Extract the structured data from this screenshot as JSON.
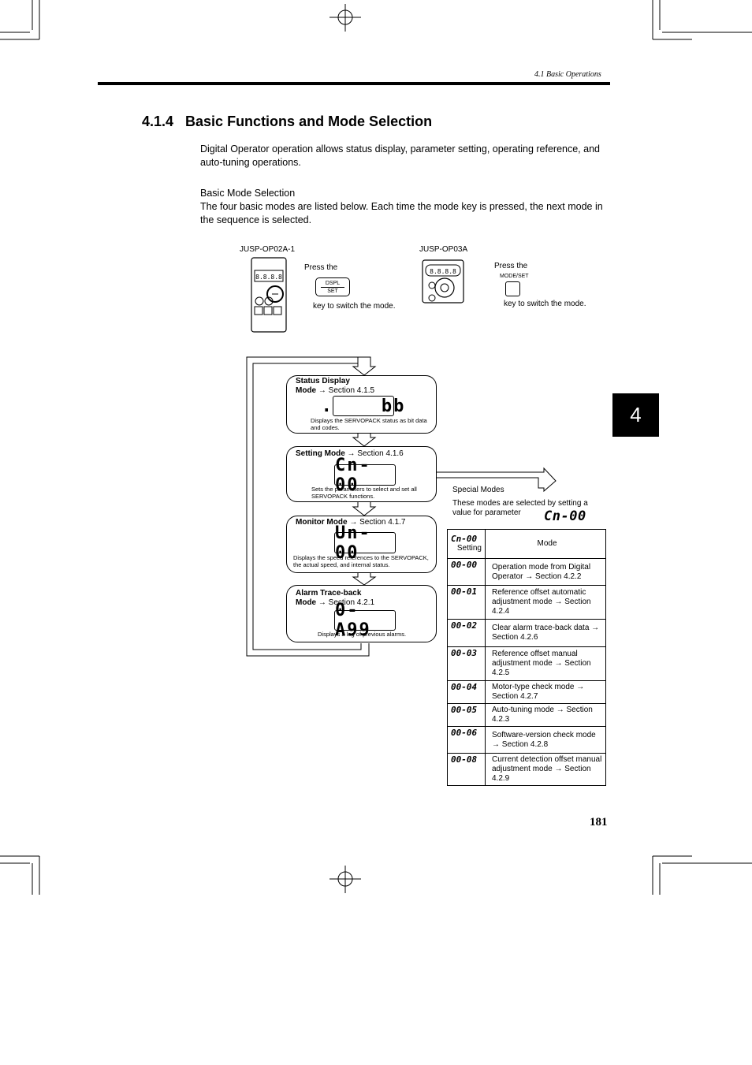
{
  "header": {
    "running_head": "4.1 Basic Operations",
    "page_number": "181"
  },
  "chapter_tab": "4",
  "section": {
    "title": "4.1.4   Basic Functions and Mode Selection",
    "intro": "Digital Operator operation allows status display, parameter setting, operating reference, and auto-tuning operations.",
    "subheading": "Basic Mode Selection",
    "subtext": "The four basic modes are listed below. Each time the mode key is pressed, the next mode in the sequence is selected."
  },
  "operators": {
    "op1": {
      "name": "JUSP-OP02A-1",
      "press": "Press the",
      "key_line1": "DSPL",
      "key_line2": "SET",
      "after": "key to switch the mode."
    },
    "op2": {
      "name": "JUSP-OP03A",
      "press": "Press the",
      "key_label": "MODE/SET",
      "after": "key to switch the mode."
    }
  },
  "modes": [
    {
      "title_bold": "Status Display",
      "title_line2_bold": "Mode",
      "ref": "Section 4.1.5",
      "display": ".    bb",
      "desc": "Displays the SERVOPACK status as bit data and codes."
    },
    {
      "title_bold": "Setting Mode",
      "ref": "Section 4.1.6",
      "display": "Cn-00",
      "desc": "Sets the parameters to select and set all SERVOPACK functions."
    },
    {
      "title_bold": "Monitor Mode",
      "ref": "Section 4.1.7",
      "display": "Un-00",
      "desc": "Displays the speed references to the SERVOPACK, the actual speed, and internal status."
    },
    {
      "title_bold": "Alarm Trace-back",
      "title_line2_bold": "Mode",
      "ref": "Section 4.2.1",
      "display": "0-A99",
      "desc": "Displays a log of previous alarms."
    }
  ],
  "special": {
    "heading": "Special Modes",
    "text": "These modes are selected by setting a value for parameter",
    "param_display": "Cn-00",
    "table_header_code": "Cn-00",
    "table_header_code_sub": "Setting",
    "table_header_mode": "Mode",
    "rows": [
      {
        "code": "00-00",
        "mode": "Operation mode from Digital Operator → Section 4.2.2"
      },
      {
        "code": "00-01",
        "mode": "Reference offset automatic adjustment mode → Section 4.2.4"
      },
      {
        "code": "00-02",
        "mode": "Clear alarm trace-back data → Section 4.2.6"
      },
      {
        "code": "00-03",
        "mode": "Reference offset manual adjustment mode → Section 4.2.5"
      },
      {
        "code": "00-04",
        "mode": "Motor-type check mode → Section 4.2.7"
      },
      {
        "code": "00-05",
        "mode": "Auto-tuning mode → Section 4.2.3"
      },
      {
        "code": "00-06",
        "mode": "Software-version check mode → Section 4.2.8"
      },
      {
        "code": "00-08",
        "mode": "Current detection offset manual adjustment mode → Section 4.2.9"
      }
    ]
  }
}
